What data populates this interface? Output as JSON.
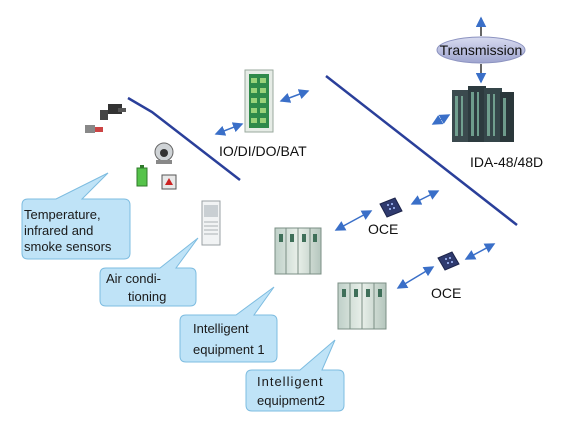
{
  "labels": {
    "transmission": "Transmission",
    "io": "IO/DI/DO/BAT",
    "ida": "IDA-48/48D",
    "oce_top": "OCE",
    "oce_bottom": "OCE"
  },
  "callouts": {
    "sensors": [
      "Temperature,",
      "infrared and",
      "smoke sensors"
    ],
    "air": [
      "Air condi-",
      "tioning"
    ],
    "eq1": [
      "Intelligent",
      "equipment 1"
    ],
    "eq2": [
      "Intelligent",
      "equipment2"
    ]
  },
  "colors": {
    "bus_line": "#2a3f9a",
    "arrow": "#3a6fc8",
    "callout_fill": "#bfe3f7",
    "callout_stroke": "#7dbce0",
    "cabinet_green": "#2f8a4a",
    "cabinet_dark": "#2d3b3f"
  }
}
